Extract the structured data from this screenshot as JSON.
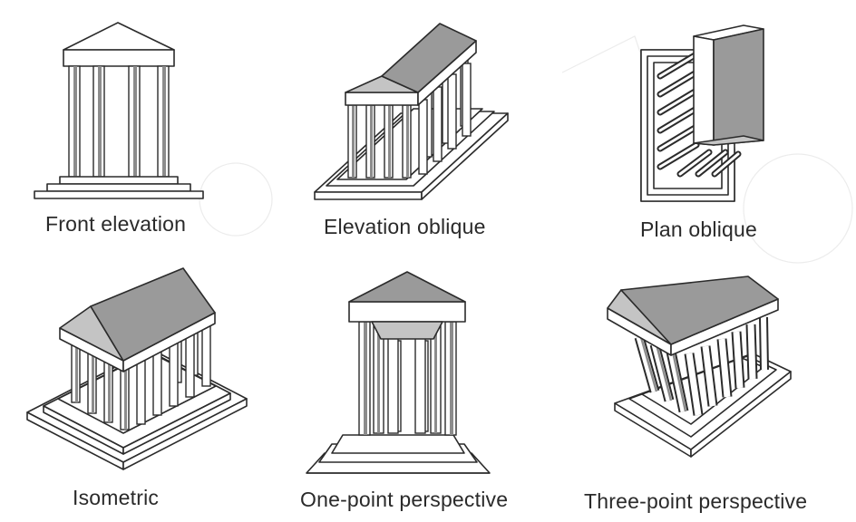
{
  "labels": {
    "front_elevation": "Front elevation",
    "elevation_oblique": "Elevation oblique",
    "plan_oblique": "Plan oblique",
    "isometric": "Isometric",
    "one_point_perspective": "One-point perspective",
    "three_point_perspective": "Three-point perspective"
  },
  "colors": {
    "line": "#2b2b2b",
    "roof": "#9a9a9a",
    "background": "#ffffff"
  }
}
